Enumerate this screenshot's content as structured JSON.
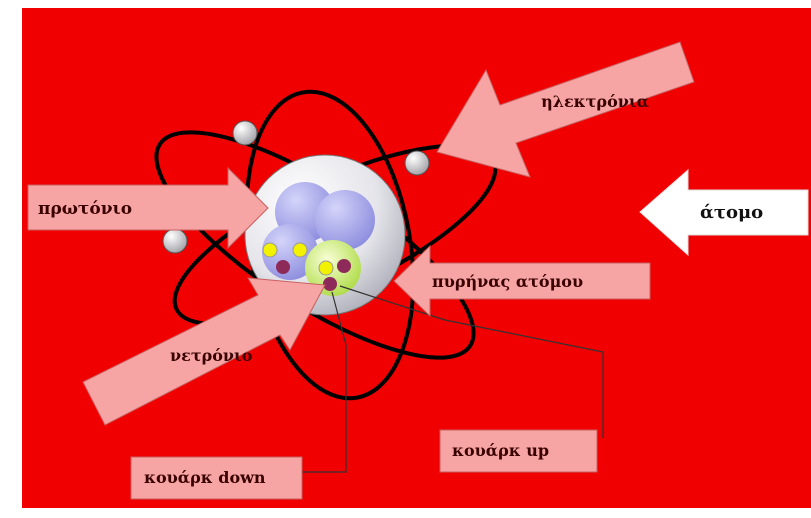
{
  "labels": {
    "electron": "ηλεκτρόνια",
    "atom": "άτομο",
    "proton": "πρωτόνιο",
    "nucleus": "πυρήνας ατόμου",
    "neutron": "νετρόνιο",
    "quark_up": "κουάρκ up",
    "quark_down": "κουάρκ down"
  },
  "colors": {
    "background": "#f00000",
    "arrow_fill": "#f6a4a4",
    "white_arrow": "#ffffff",
    "orbit": "#000000",
    "nucleus": "#e8e8f0",
    "proton": "#9a9ae6",
    "neutron_glow": "#c9e86a",
    "quark_up": "#f2f200",
    "quark_down": "#8e2a5a"
  }
}
